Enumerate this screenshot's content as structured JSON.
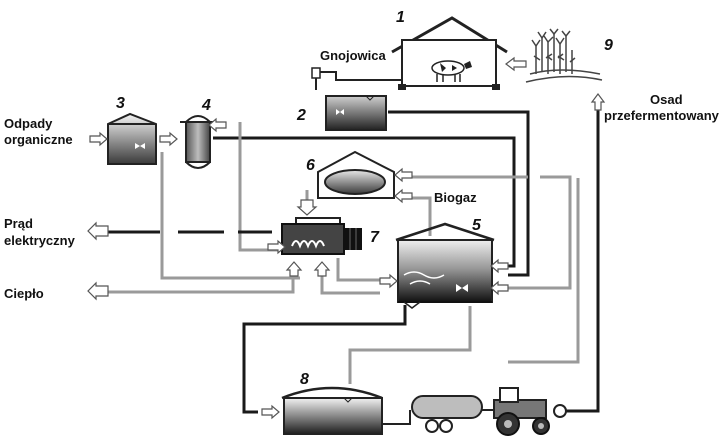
{
  "labels": {
    "gnojowica": "Gnojowica",
    "odpady_line1": "Odpady",
    "odpady_line2": "organiczne",
    "prad_line1": "Prąd",
    "prad_line2": "elektryczny",
    "cieplo": "Ciepło",
    "biogaz": "Biogaz",
    "osad_line1": "Osad",
    "osad_line2": "przefermentowany"
  },
  "numbers": {
    "farm": "1",
    "slurry_tank": "2",
    "waste_tank": "3",
    "hygienizer": "4",
    "digester": "5",
    "gas_holder": "6",
    "chp_unit": "7",
    "storage_tank": "8",
    "field": "9"
  },
  "colors": {
    "dark_pipe": "#1a1a1a",
    "light_pipe": "#9a9a9a",
    "outline": "#222222"
  }
}
